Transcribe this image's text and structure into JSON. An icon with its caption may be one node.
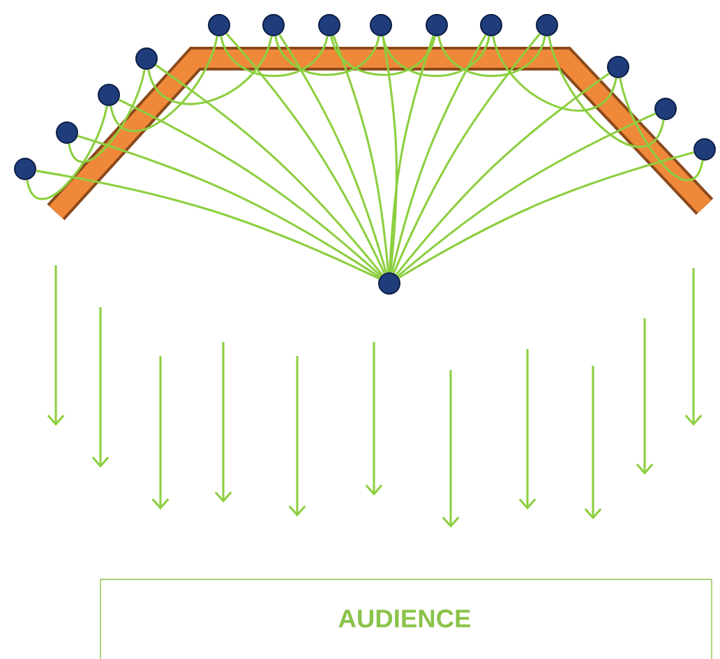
{
  "diagram": {
    "nodes": [
      {
        "text": [],
        "shape": "circle"
      },
      {
        "text": [],
        "shape": "circle"
      },
      {
        "text": [],
        "shape": "circle"
      },
      {
        "text": [],
        "shape": "circle"
      },
      {
        "text": [],
        "shape": "circle"
      },
      {
        "text": [],
        "shape": "circle"
      },
      {
        "text": [],
        "shape": "circle"
      },
      {
        "text": [],
        "shape": "circle"
      },
      {
        "text": [],
        "shape": "circle"
      },
      {
        "text": [],
        "shape": "circle"
      },
      {
        "text": [],
        "shape": "circle"
      },
      {
        "text": [],
        "shape": "circle"
      },
      {
        "text": [],
        "shape": "circle"
      },
      {
        "text": [],
        "shape": "circle"
      },
      {
        "text": [],
        "shape": "circle"
      },
      {
        "text": [
          "AUDIENCE"
        ]
      }
    ],
    "edges": [
      {
        "from": 14,
        "to": 0,
        "arrow": "none"
      },
      {
        "from": 14,
        "to": 1,
        "arrow": "none"
      },
      {
        "from": 14,
        "to": 2,
        "arrow": "none"
      },
      {
        "from": 14,
        "to": 3,
        "arrow": "none"
      },
      {
        "from": 14,
        "to": 4,
        "arrow": "none"
      },
      {
        "from": 14,
        "to": 5,
        "arrow": "none"
      },
      {
        "from": 14,
        "to": 6,
        "arrow": "none"
      },
      {
        "from": 14,
        "to": 7,
        "arrow": "none"
      },
      {
        "from": 14,
        "to": 8,
        "arrow": "none"
      },
      {
        "from": 14,
        "to": 9,
        "arrow": "none"
      },
      {
        "from": 14,
        "to": 10,
        "arrow": "none"
      },
      {
        "from": 14,
        "to": 11,
        "arrow": "none"
      },
      {
        "from": 14,
        "to": 12,
        "arrow": "none"
      },
      {
        "from": 14,
        "to": 13,
        "arrow": "none"
      },
      {
        "from": 0,
        "to": 2,
        "arrow": "none"
      },
      {
        "from": 1,
        "to": 3,
        "arrow": "none"
      },
      {
        "from": 2,
        "to": 4,
        "arrow": "none"
      },
      {
        "from": 3,
        "to": 5,
        "arrow": "none"
      },
      {
        "from": 4,
        "to": 6,
        "arrow": "none"
      },
      {
        "from": 5,
        "to": 7,
        "arrow": "none"
      },
      {
        "from": 6,
        "to": 8,
        "arrow": "none"
      },
      {
        "from": 7,
        "to": 9,
        "arrow": "none"
      },
      {
        "from": 8,
        "to": 10,
        "arrow": "none"
      },
      {
        "from": 9,
        "to": 11,
        "arrow": "none"
      },
      {
        "from": 10,
        "to": 12,
        "arrow": "none"
      },
      {
        "from": 11,
        "to": 13,
        "arrow": "none"
      }
    ]
  }
}
